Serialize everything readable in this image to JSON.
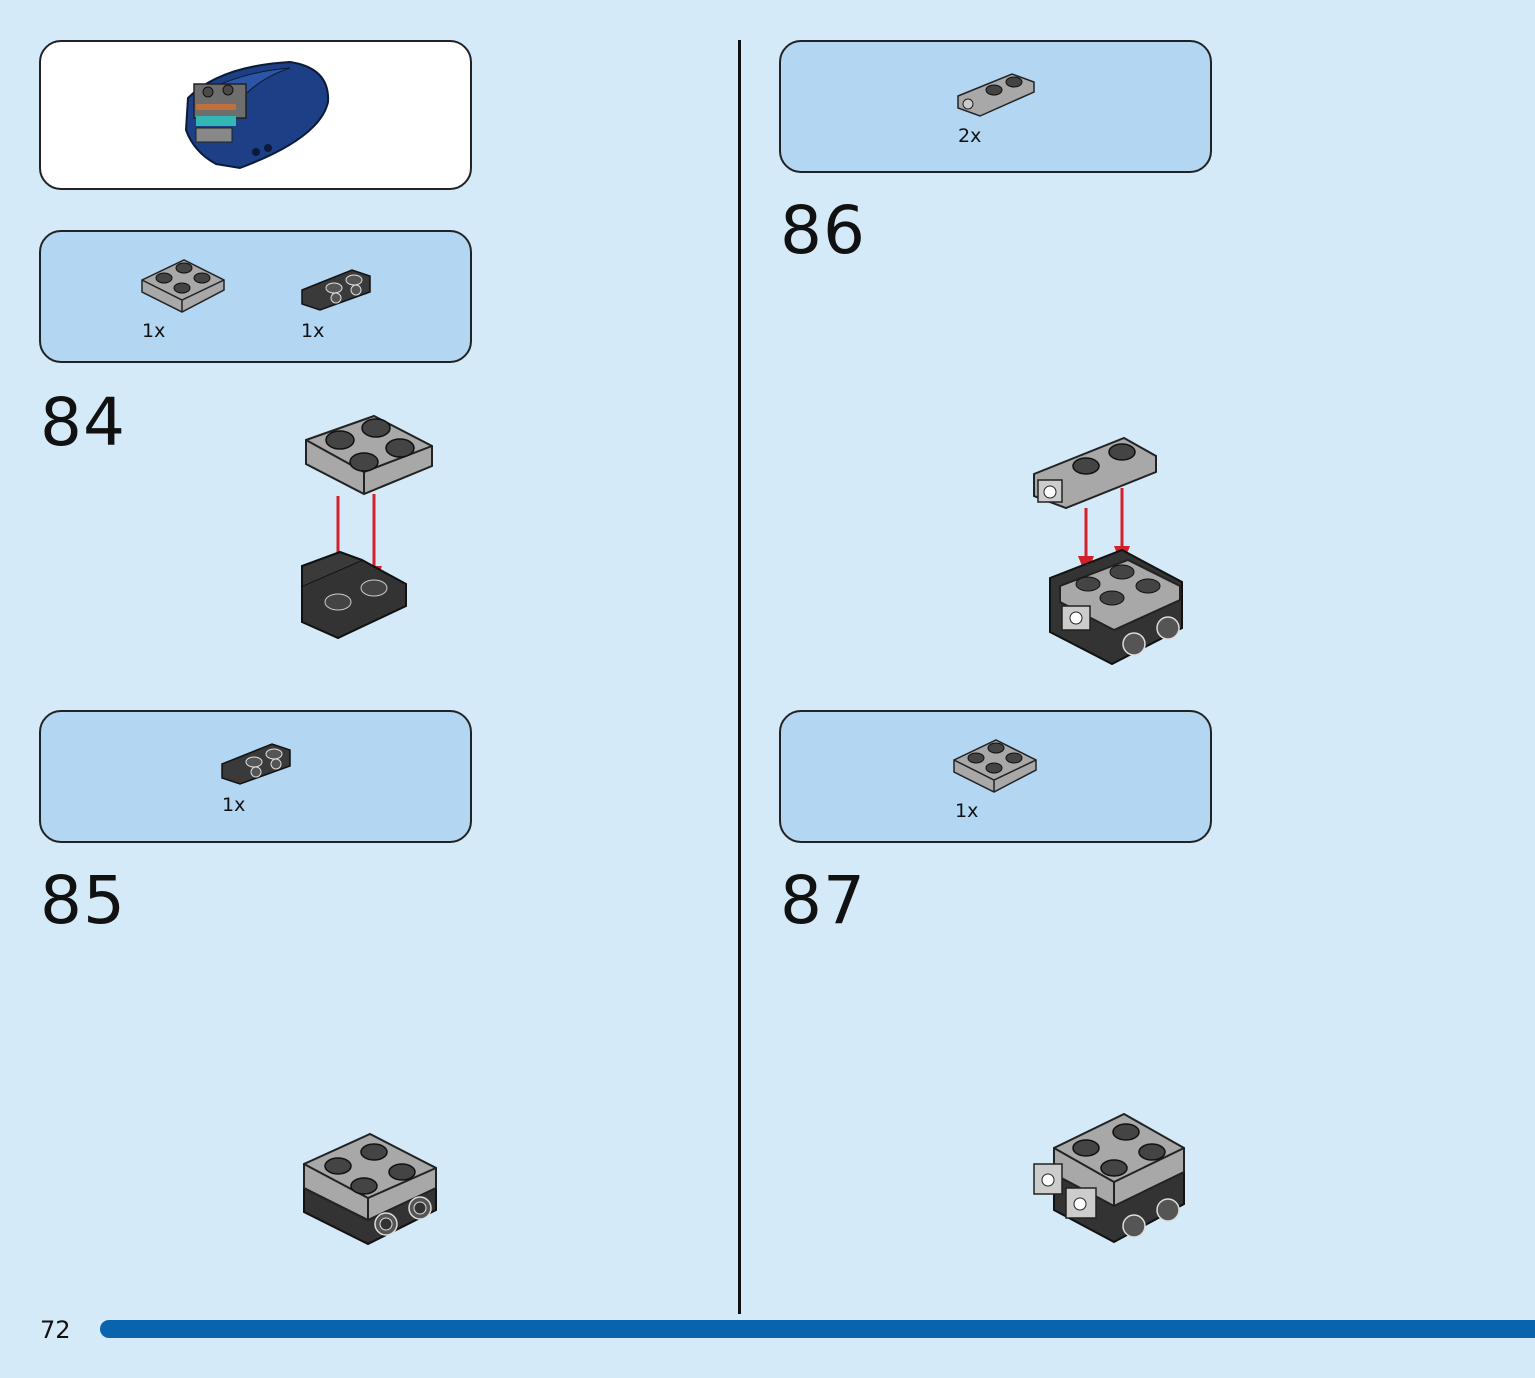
{
  "page": {
    "number": "72"
  },
  "colors": {
    "background": "#d4eaf8",
    "parts_panel": "#b3d7f2",
    "progress": "#0a63ad",
    "arrow": "#d4202c",
    "light_gray_brick": "#a8a8a8",
    "dark_gray_brick": "#3a3a3a",
    "blue_brick": "#1d3f86"
  },
  "steps": [
    {
      "number": "84",
      "parts": [
        {
          "qty": "1x",
          "icon": "plate-2x2-light-gray-icon"
        },
        {
          "qty": "1x",
          "icon": "bracket-1x2-dark-gray-icon"
        }
      ]
    },
    {
      "number": "85",
      "parts": [
        {
          "qty": "1x",
          "icon": "bracket-1x2-dark-gray-icon"
        }
      ]
    },
    {
      "number": "86",
      "parts": [
        {
          "qty": "2x",
          "icon": "hinge-plate-1x2-light-gray-icon"
        }
      ]
    },
    {
      "number": "87",
      "parts": [
        {
          "qty": "1x",
          "icon": "plate-2x2-light-gray-icon"
        }
      ]
    }
  ]
}
